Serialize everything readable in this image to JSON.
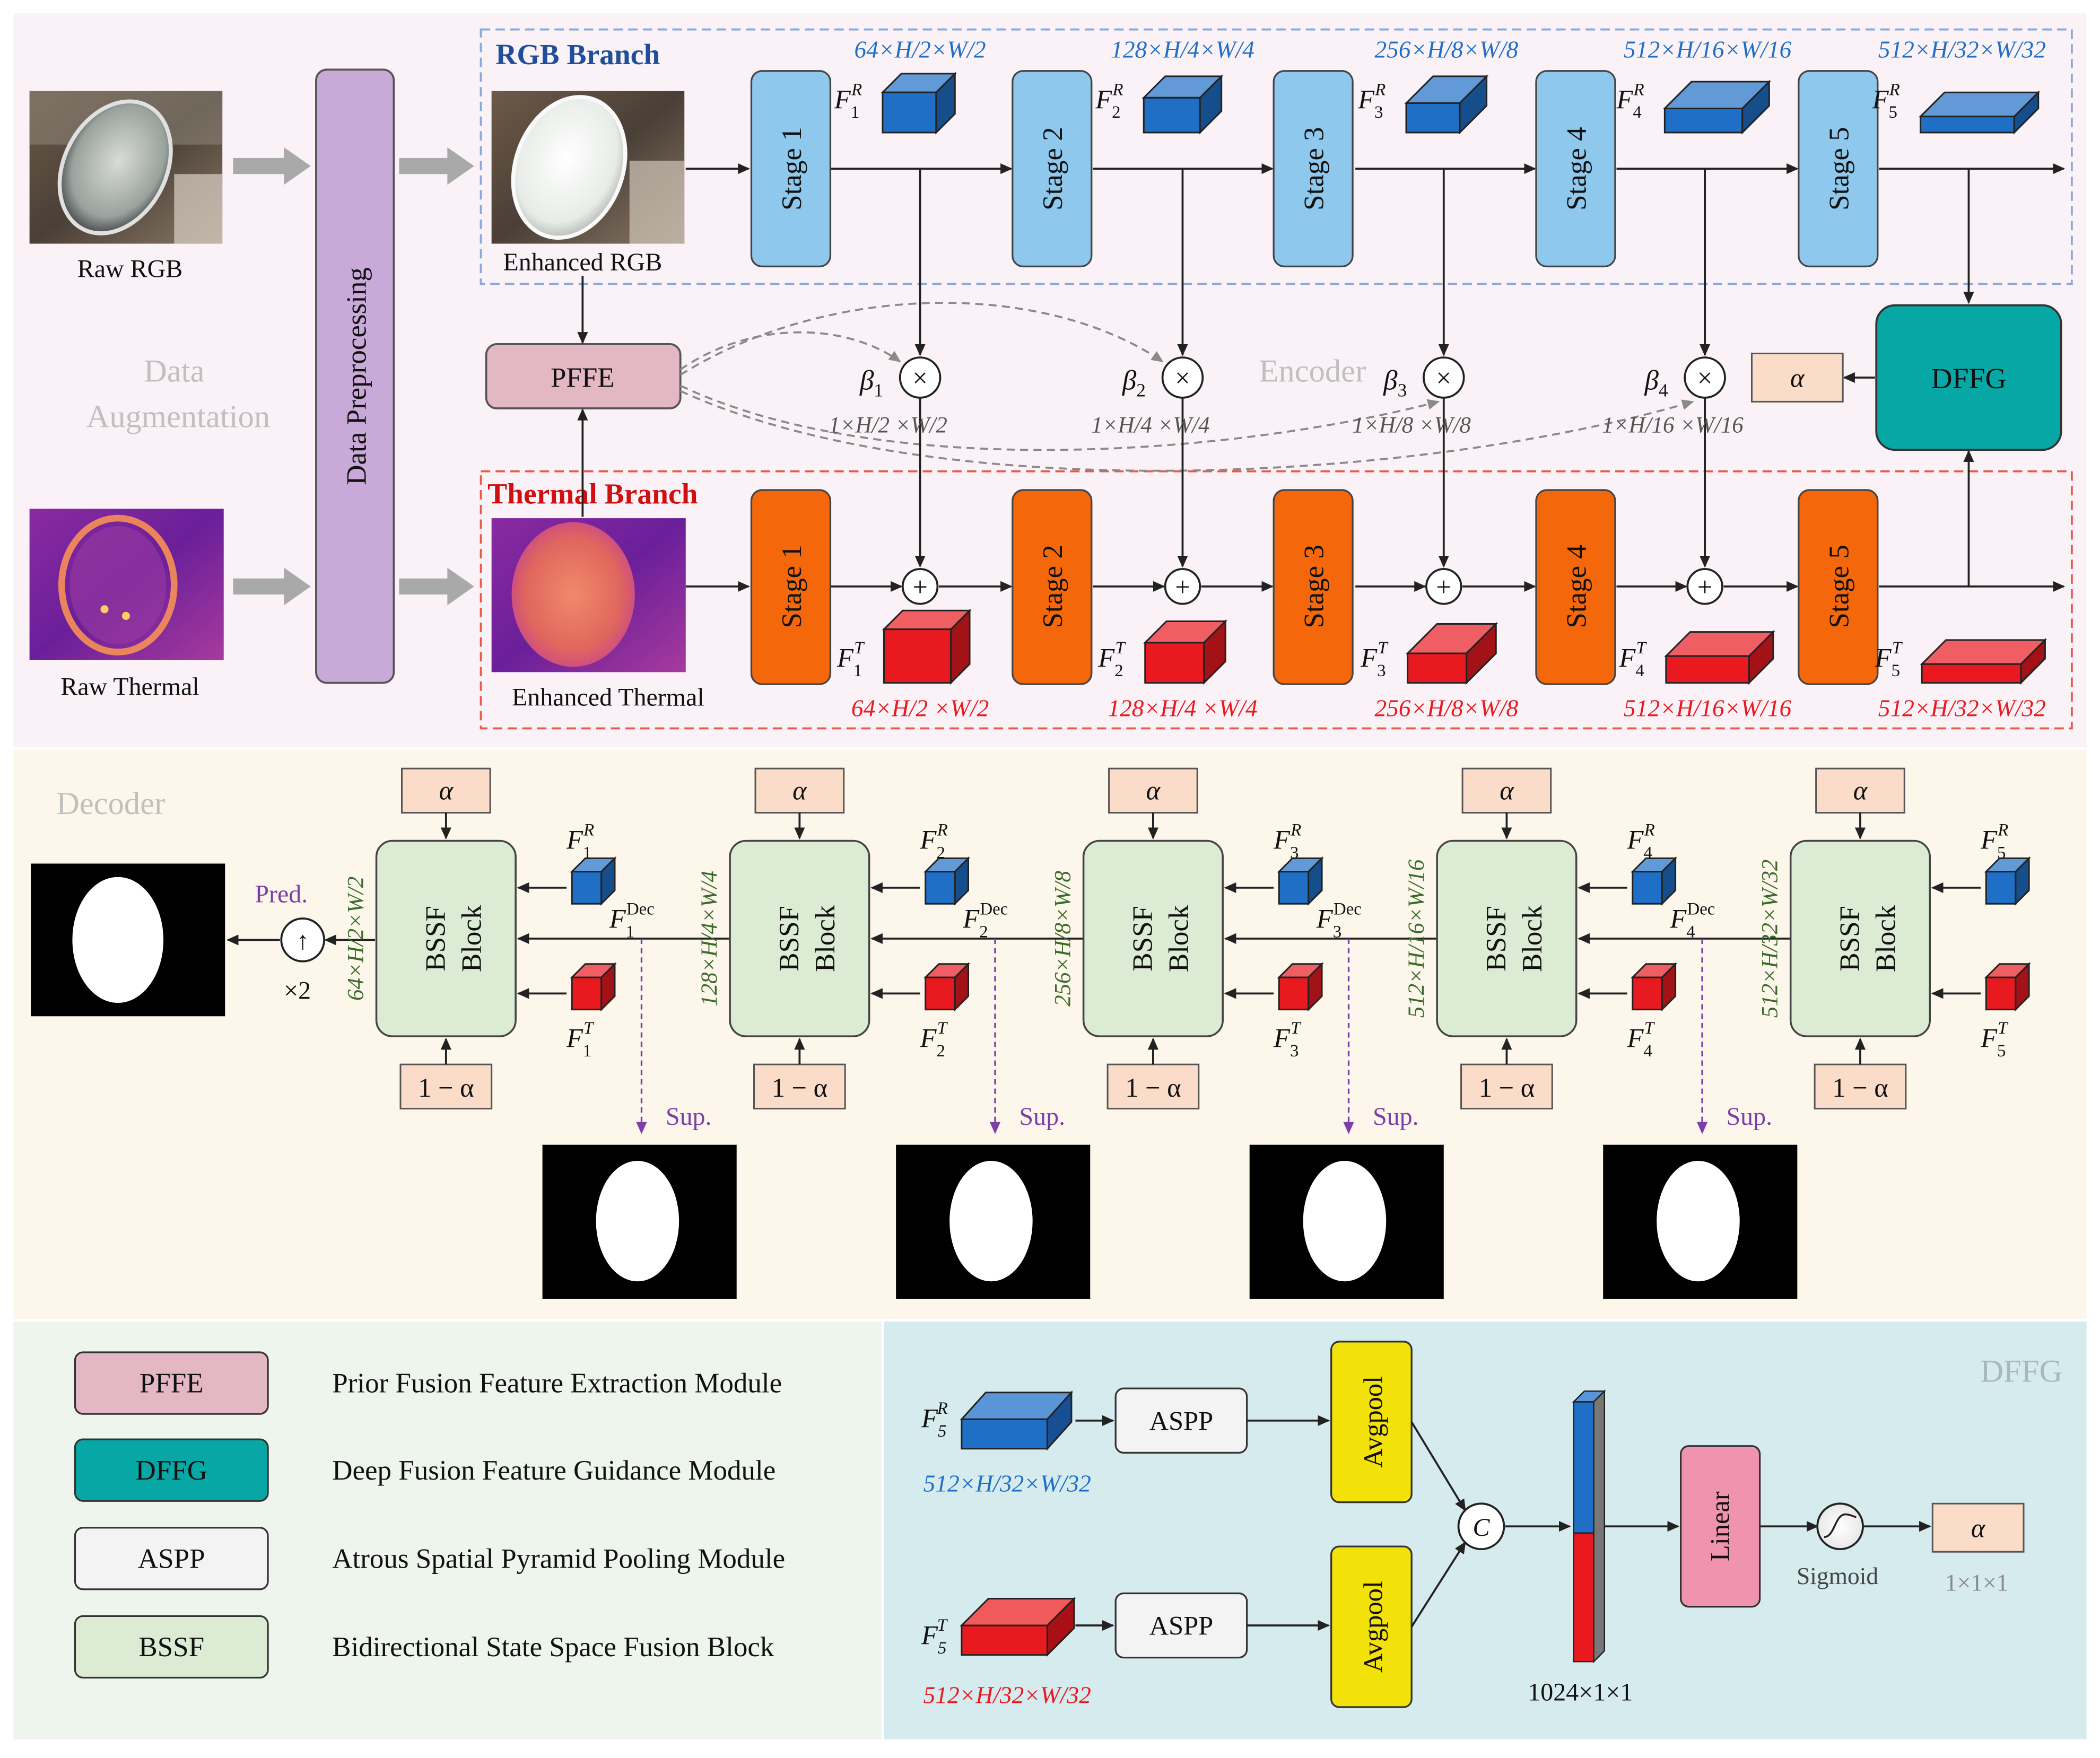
{
  "sections": {
    "data_augmentation": "Data\nAugmentation",
    "encoder": "Encoder",
    "decoder": "Decoder",
    "dffg_panel": "DFFG"
  },
  "inputs": {
    "raw_rgb": "Raw RGB",
    "raw_thermal": "Raw Thermal",
    "enhanced_rgb": "Enhanced RGB",
    "enhanced_thermal": "Enhanced Thermal",
    "data_preprocessing": "Data Preprocessing"
  },
  "branches": {
    "rgb": "RGB Branch",
    "thermal": "Thermal Branch"
  },
  "stages": [
    "Stage 1",
    "Stage 2",
    "Stage 3",
    "Stage 4",
    "Stage 5"
  ],
  "rgb_dims": [
    "64×H/2×W/2",
    "128×H/4×W/4",
    "256×H/8×W/8",
    "512×H/16×W/16",
    "512×H/32×W/32"
  ],
  "thermal_dims": [
    "64×H/2 ×W/2",
    "128×H/4 ×W/4",
    "256×H/8×W/8",
    "512×H/16×W/16",
    "512×H/32×W/32"
  ],
  "rgb_features": [
    "F1R",
    "F2R",
    "F3R",
    "F4R",
    "F5R"
  ],
  "thermal_features": [
    "F1T",
    "F2T",
    "F3T",
    "F4T",
    "F5T"
  ],
  "betas": [
    "β1",
    "β2",
    "β3",
    "β4"
  ],
  "beta_dims": [
    "1×H/2 ×W/2",
    "1×H/4 ×W/4",
    "1×H/8 ×W/8",
    "1×H/16 ×W/16"
  ],
  "modules": {
    "pffe": "PFFE",
    "dffg": "DFFG",
    "alpha": "α",
    "one_minus_alpha": "1 − α",
    "bssf_line1": "BSSF",
    "bssf_line2": "Block",
    "aspp": "ASPP",
    "avgpool": "Avgpool",
    "linear": "Linear",
    "sigmoid": "Sigmoid",
    "concat": "C",
    "multiply": "×",
    "add": "+",
    "upsample": "↑"
  },
  "decoder": {
    "pred": "Pred.",
    "scale": "×2",
    "sup": "Sup.",
    "dims": [
      "64×H/2×W/2",
      "128×H/4×W/4",
      "256×H/8×W/8",
      "512×H/16×W/16",
      "512×H/32×W/32"
    ],
    "dec_features": [
      "F1Dec",
      "F2Dec",
      "F3Dec",
      "F4Dec"
    ]
  },
  "dffg_detail": {
    "fr5_dim": "512×H/32×W/32",
    "ft5_dim": "512×H/32×W/32",
    "concat_dim": "1024×1×1",
    "alpha_dim": "1×1×1"
  },
  "legend": [
    {
      "abbr": "PFFE",
      "desc": "Prior Fusion Feature Extraction Module"
    },
    {
      "abbr": "DFFG",
      "desc": "Deep Fusion Feature Guidance Module"
    },
    {
      "abbr": "ASPP",
      "desc": "Atrous Spatial Pyramid Pooling Module"
    },
    {
      "abbr": "BSSF",
      "desc": "Bidirectional State Space Fusion Block"
    }
  ],
  "colors": {
    "rgb_blue": "#1f6fc6",
    "thermal_red": "#e8191f",
    "stage_rgb": "#8ec8ec",
    "stage_thermal": "#f4680b",
    "pffe": "#e3b7c4",
    "dffg": "#07a7a5",
    "bssf": "#dcebd3",
    "alpha_box": "#fbdcc8",
    "preproc": "#c8a9d8",
    "avgpool": "#f3e20a",
    "linear": "#ef93ae"
  }
}
